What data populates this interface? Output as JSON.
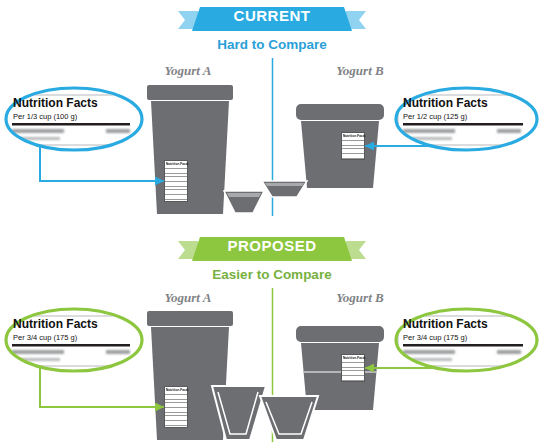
{
  "diagram": {
    "nodes": [
      {
        "text": [
          "CURRENT"
        ]
      },
      {
        "text": [
          "Nutrition Facts",
          "Per 1/3 cup (100 g)"
        ]
      },
      {
        "text": [
          "Nutrition Facts"
        ]
      },
      {
        "text": [
          "Nutrition Facts"
        ]
      },
      {
        "text": [
          "Nutrition Facts",
          "Per 1/2 cup (125 g)"
        ]
      },
      {
        "text": [
          "PROPOSED"
        ]
      },
      {
        "text": [
          "Nutrition Facts",
          "Per 3/4 cup (175 g)"
        ]
      },
      {
        "text": [
          "Nutrition Facts"
        ]
      },
      {
        "text": [
          "Nutrition Facts"
        ]
      },
      {
        "text": [
          "Nutrition Facts",
          "Per 3/4 cup (175 g)"
        ]
      }
    ],
    "edges": [
      {
        "from": 1,
        "to": 2,
        "arrow": "to"
      },
      {
        "from": 4,
        "to": 3,
        "arrow": "to"
      },
      {
        "from": 6,
        "to": 7,
        "arrow": "to"
      },
      {
        "from": 9,
        "to": 8,
        "arrow": "to"
      }
    ],
    "labels": [
      "Hard to Compare",
      "Yogurt A",
      "Yogurt B",
      "Easier to Compare",
      "Yogurt A",
      "Yogurt B"
    ]
  }
}
